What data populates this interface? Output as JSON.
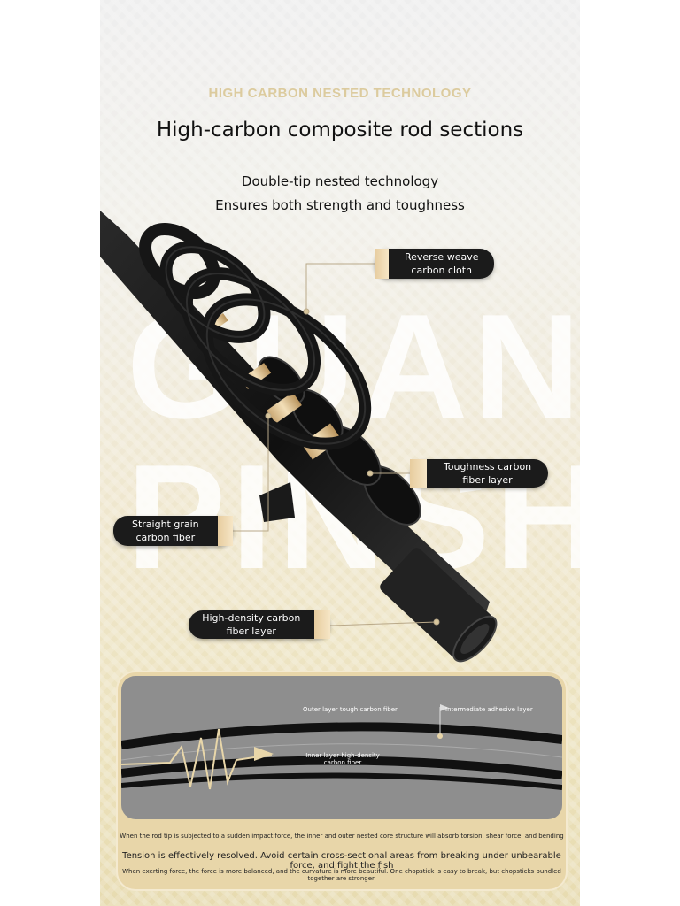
{
  "header": {
    "eyebrow": "HIGH CARBON NESTED TECHNOLOGY",
    "title": "High-carbon composite rod sections",
    "subtitle_line1": "Double-tip nested technology",
    "subtitle_line2": "Ensures both strength and toughness"
  },
  "background_word": {
    "line1": "GUAN",
    "line2": "PINSHE"
  },
  "callouts": {
    "reverse_weave": "Reverse weave carbon cloth",
    "toughness_layer": "Toughness carbon fiber layer",
    "straight_grain": "Straight grain carbon fiber",
    "high_density": "High-density carbon fiber layer"
  },
  "diagram": {
    "outer_label": "Outer layer tough carbon fiber",
    "intermediate_label": "Intermediate adhesive layer",
    "inner_label": "Inner layer high-density carbon fiber"
  },
  "notes": {
    "line1": "When the rod tip is subjected to a sudden impact force, the inner and outer nested core structure will absorb torsion, shear force, and bending",
    "line2": "Tension is effectively resolved. Avoid certain cross-sectional areas from breaking under unbearable force, and fight the fish",
    "line3": "When exerting force, the force is more balanced, and the curvature is more beautiful. One chopstick is easy to break, but chopsticks bundled together are stronger."
  },
  "colors": {
    "gold": "#e7cc9e",
    "dark": "#1b1b1b",
    "card": "#e8d6a9"
  }
}
